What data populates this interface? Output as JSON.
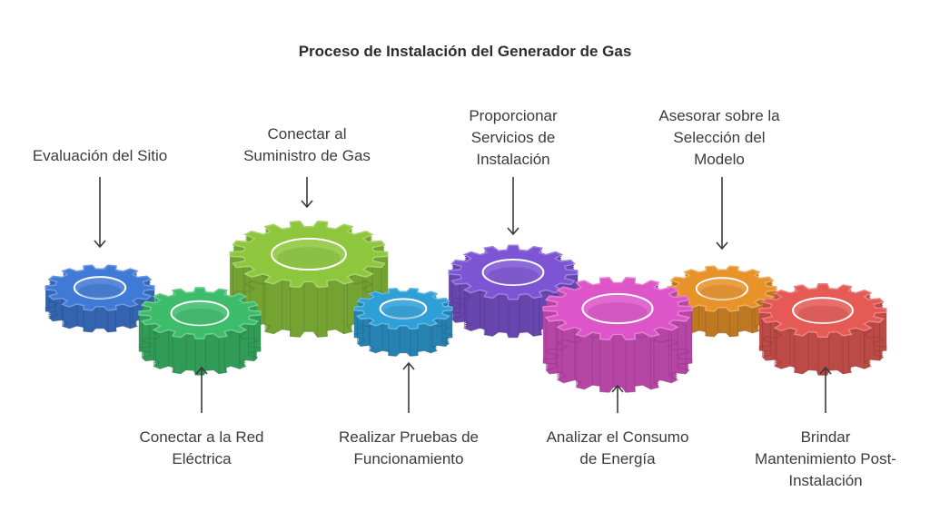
{
  "title": "Proceso de Instalación del Generador de Gas",
  "steps": [
    {
      "label": "Evaluación del Sitio",
      "color": "#3f7ad6",
      "position": "top"
    },
    {
      "label": "Conectar a la Red\nEléctrica",
      "color": "#3dbd6b",
      "position": "bottom"
    },
    {
      "label": "Conectar al\nSuministro de Gas",
      "color": "#8ec73e",
      "position": "top"
    },
    {
      "label": "Realizar Pruebas de\nFuncionamiento",
      "color": "#2f9fd8",
      "position": "bottom"
    },
    {
      "label": "Proporcionar\nServicios de\nInstalación",
      "color": "#7d55d4",
      "position": "top"
    },
    {
      "label": "Analizar el Consumo\nde Energía",
      "color": "#dd55c8",
      "position": "bottom"
    },
    {
      "label": "Asesorar sobre la\nSelección del\nModelo",
      "color": "#e8922a",
      "position": "top"
    },
    {
      "label": "Brindar\nMantenimiento Post-\nInstalación",
      "color": "#e55a55",
      "position": "bottom"
    }
  ]
}
